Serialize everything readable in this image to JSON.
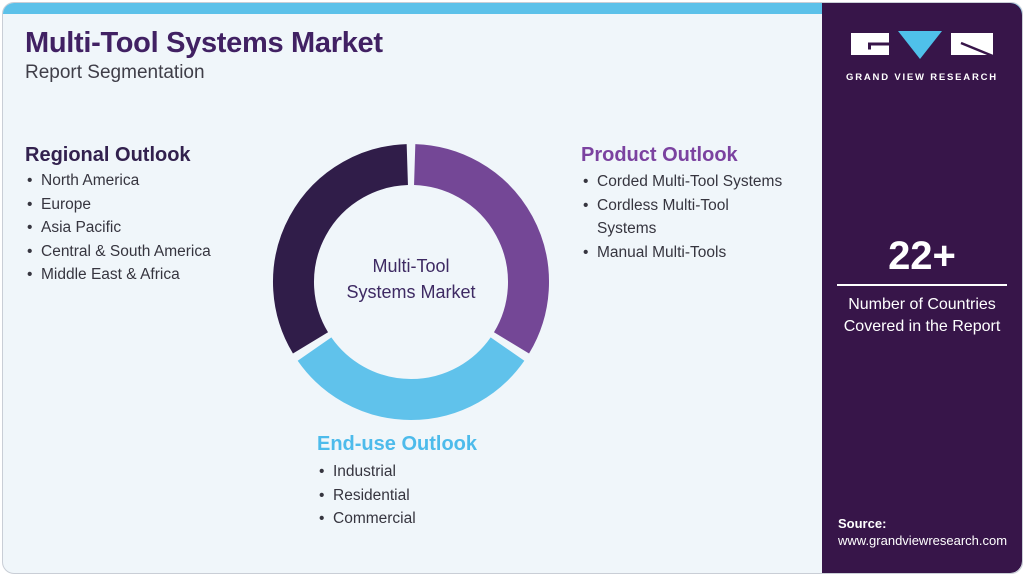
{
  "header": {
    "title": "Multi-Tool Systems Market",
    "subtitle": "Report Segmentation"
  },
  "sections": {
    "regional": {
      "heading": "Regional Outlook",
      "items": [
        "North America",
        "Europe",
        "Asia Pacific",
        "Central & South America",
        "Middle East & Africa"
      ]
    },
    "product": {
      "heading": "Product Outlook",
      "items": [
        "Corded Multi-Tool Systems",
        "Cordless Multi-Tool Systems",
        "Manual Multi-Tools"
      ]
    },
    "enduse": {
      "heading": "End-use Outlook",
      "items": [
        "Industrial",
        "Residential",
        "Commercial"
      ]
    }
  },
  "chart_data": {
    "type": "pie",
    "variant": "donut",
    "title": "Multi-Tool Systems Market",
    "center_label": [
      "Multi-Tool",
      "Systems Market"
    ],
    "legend_position": "around-donut",
    "segments": [
      {
        "name": "Product Outlook",
        "color": "#744796",
        "start_deg": 1.8,
        "end_deg": 121.2,
        "share_pct_approx": 33
      },
      {
        "name": "End-use Outlook",
        "color": "#60C2EB",
        "start_deg": 124.8,
        "end_deg": 235.2,
        "share_pct_approx": 31
      },
      {
        "name": "Regional Outlook",
        "color": "#301D49",
        "start_deg": 238.8,
        "end_deg": 358.2,
        "share_pct_approx": 33
      }
    ]
  },
  "sidebar": {
    "logo": {
      "brand": "GRAND VIEW RESEARCH"
    },
    "stat": {
      "value": "22+",
      "label": "Number of Countries Covered in the Report"
    },
    "source": {
      "label": "Source:",
      "url": "www.grandviewresearch.com"
    }
  },
  "colors": {
    "topbar": "#5CC1E9",
    "card_bg": "#F0F6FA",
    "sidebar_bg": "#371549",
    "title": "#412163",
    "subtitle": "#3F3E48",
    "regional_accent": "#32214E",
    "product_accent": "#7B42A0",
    "enduse_accent": "#4DBBEB",
    "center_label": "#3E2A63",
    "logo_triangle": "#4FC0EA"
  }
}
